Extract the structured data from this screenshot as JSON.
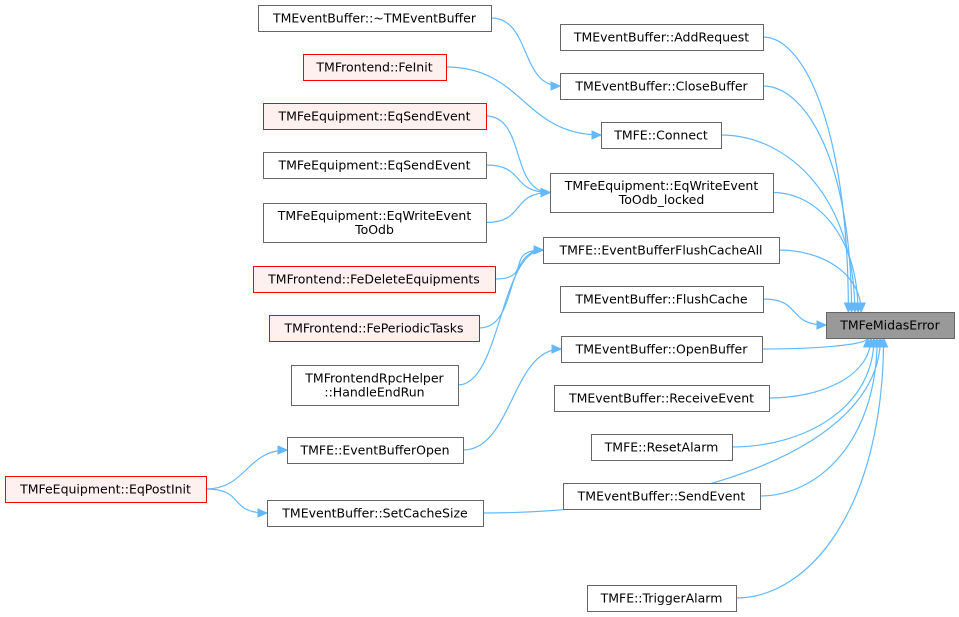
{
  "colors": {
    "edge": "#63b8ff",
    "node_border": "#666666",
    "node_fill": "#ffffff",
    "missing_border": "#ff0000",
    "missing_fill": "#fff0f0",
    "target_fill": "#999999",
    "text": "#000000"
  },
  "target": {
    "lines": [
      "TMFeMidasError"
    ]
  },
  "nodes": [
    {
      "id": "eb_dtor",
      "lines": [
        "TMEventBuffer::~TMEventBuffer"
      ],
      "style": "normal"
    },
    {
      "id": "fe_init",
      "lines": [
        "TMFrontend::FeInit"
      ],
      "style": "missing"
    },
    {
      "id": "eq_send_r",
      "lines": [
        "TMFeEquipment::EqSendEvent"
      ],
      "style": "missing"
    },
    {
      "id": "eq_send",
      "lines": [
        "TMFeEquipment::EqSendEvent"
      ],
      "style": "normal"
    },
    {
      "id": "eq_write_odb",
      "lines": [
        "TMFeEquipment::EqWriteEvent",
        "ToOdb"
      ],
      "style": "normal"
    },
    {
      "id": "fe_del_eq",
      "lines": [
        "TMFrontend::FeDeleteEquipments"
      ],
      "style": "missing"
    },
    {
      "id": "fe_periodic",
      "lines": [
        "TMFrontend::FePeriodicTasks"
      ],
      "style": "missing"
    },
    {
      "id": "rpc_endrun",
      "lines": [
        "TMFrontendRpcHelper",
        "::HandleEndRun"
      ],
      "style": "normal"
    },
    {
      "id": "eb_open",
      "lines": [
        "TMFE::EventBufferOpen"
      ],
      "style": "normal"
    },
    {
      "id": "eq_postinit",
      "lines": [
        "TMFeEquipment::EqPostInit"
      ],
      "style": "missing"
    },
    {
      "id": "set_cache",
      "lines": [
        "TMEventBuffer::SetCacheSize"
      ],
      "style": "normal"
    },
    {
      "id": "add_req",
      "lines": [
        "TMEventBuffer::AddRequest"
      ],
      "style": "normal"
    },
    {
      "id": "close_buf",
      "lines": [
        "TMEventBuffer::CloseBuffer"
      ],
      "style": "normal"
    },
    {
      "id": "connect",
      "lines": [
        "TMFE::Connect"
      ],
      "style": "normal"
    },
    {
      "id": "write_locked",
      "lines": [
        "TMFeEquipment::EqWriteEvent",
        "ToOdb_locked"
      ],
      "style": "normal"
    },
    {
      "id": "flush_all",
      "lines": [
        "TMFE::EventBufferFlushCacheAll"
      ],
      "style": "normal"
    },
    {
      "id": "flush_cache",
      "lines": [
        "TMEventBuffer::FlushCache"
      ],
      "style": "normal"
    },
    {
      "id": "open_buf",
      "lines": [
        "TMEventBuffer::OpenBuffer"
      ],
      "style": "normal"
    },
    {
      "id": "recv_event",
      "lines": [
        "TMEventBuffer::ReceiveEvent"
      ],
      "style": "normal"
    },
    {
      "id": "reset_alarm",
      "lines": [
        "TMFE::ResetAlarm"
      ],
      "style": "normal"
    },
    {
      "id": "send_event",
      "lines": [
        "TMEventBuffer::SendEvent"
      ],
      "style": "normal"
    },
    {
      "id": "trigger_alarm",
      "lines": [
        "TMFE::TriggerAlarm"
      ],
      "style": "normal"
    }
  ],
  "edges": [
    {
      "from": "eb_dtor",
      "to": "close_buf"
    },
    {
      "from": "fe_init",
      "to": "connect"
    },
    {
      "from": "eq_send_r",
      "to": "write_locked"
    },
    {
      "from": "eq_send",
      "to": "write_locked"
    },
    {
      "from": "eq_write_odb",
      "to": "write_locked"
    },
    {
      "from": "fe_del_eq",
      "to": "flush_all"
    },
    {
      "from": "fe_periodic",
      "to": "flush_all"
    },
    {
      "from": "rpc_endrun",
      "to": "flush_all"
    },
    {
      "from": "eb_open",
      "to": "open_buf"
    },
    {
      "from": "eq_postinit",
      "to": "eb_open"
    },
    {
      "from": "eq_postinit",
      "to": "set_cache"
    },
    {
      "from": "add_req",
      "to": "target"
    },
    {
      "from": "close_buf",
      "to": "target"
    },
    {
      "from": "connect",
      "to": "target"
    },
    {
      "from": "write_locked",
      "to": "target"
    },
    {
      "from": "flush_all",
      "to": "target"
    },
    {
      "from": "flush_cache",
      "to": "target"
    },
    {
      "from": "open_buf",
      "to": "target"
    },
    {
      "from": "recv_event",
      "to": "target"
    },
    {
      "from": "reset_alarm",
      "to": "target"
    },
    {
      "from": "send_event",
      "to": "target"
    },
    {
      "from": "set_cache",
      "to": "target"
    },
    {
      "from": "trigger_alarm",
      "to": "target"
    }
  ]
}
